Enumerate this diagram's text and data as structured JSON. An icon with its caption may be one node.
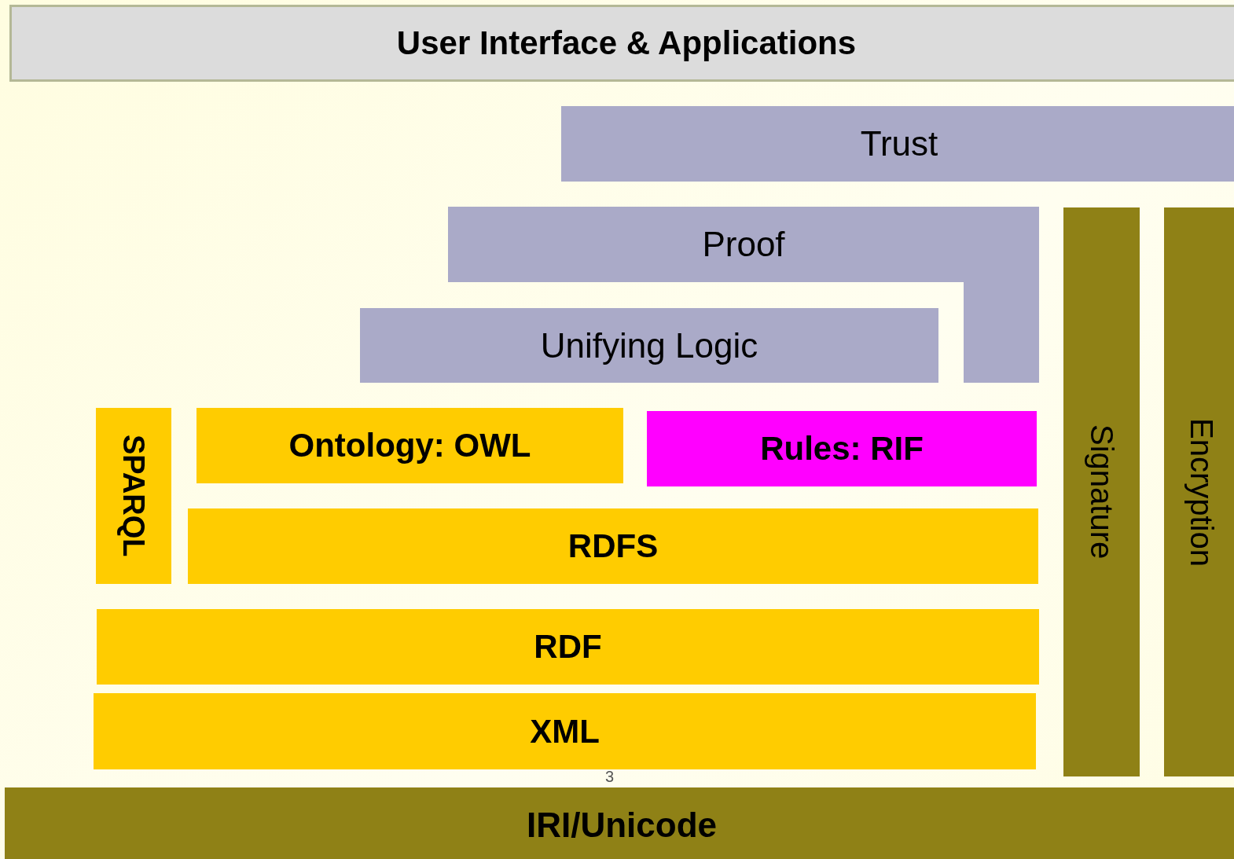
{
  "diagram": {
    "nodes": [
      {
        "text": [
          "User Interface & Applications"
        ]
      },
      {
        "text": [
          "Trust"
        ]
      },
      {
        "text": [
          "Proof"
        ]
      },
      {
        "text": [
          "Unifying Logic"
        ]
      },
      {
        "text": [
          "SPARQL"
        ]
      },
      {
        "text": [
          "Ontology: OWL"
        ]
      },
      {
        "text": [
          "Rules: RIF"
        ]
      },
      {
        "text": [
          "RDFS"
        ]
      },
      {
        "text": [
          "RDF"
        ]
      },
      {
        "text": [
          "XML"
        ]
      },
      {
        "text": [
          "IRI/Unicode"
        ]
      },
      {
        "text": [
          "Signature"
        ]
      },
      {
        "text": [
          "Encryption"
        ]
      }
    ],
    "edges": [],
    "labels": [
      "3"
    ]
  }
}
